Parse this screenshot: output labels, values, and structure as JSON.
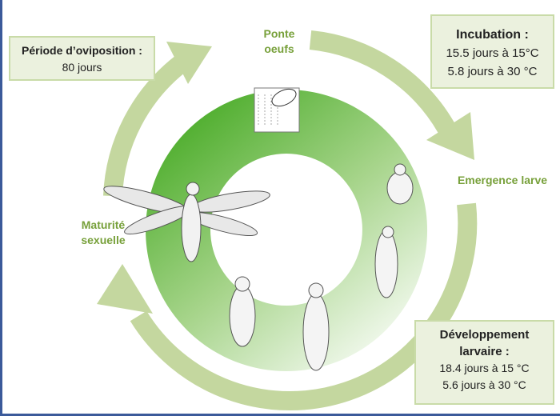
{
  "boxes": {
    "oviposition": {
      "title": "Période d’oviposition :",
      "lines": [
        "80 jours"
      ]
    },
    "incubation": {
      "title": "Incubation :",
      "lines": [
        "15.5 jours à 15°C",
        "5.8 jours à 30 °C"
      ]
    },
    "developpement": {
      "title": "Développement larvaire :",
      "lines": [
        "18.4 jours à 15 °C",
        "5.6 jours à 30 °C"
      ]
    }
  },
  "stages": {
    "ponte": "Ponte oeufs",
    "emergence": "Emergence larve",
    "maturite": "Maturité sexuelle"
  },
  "colors": {
    "arrow": "#c4d79f",
    "ring_dark": "#5db43a",
    "label": "#77a03a",
    "box_fill": "#ebf1de"
  }
}
